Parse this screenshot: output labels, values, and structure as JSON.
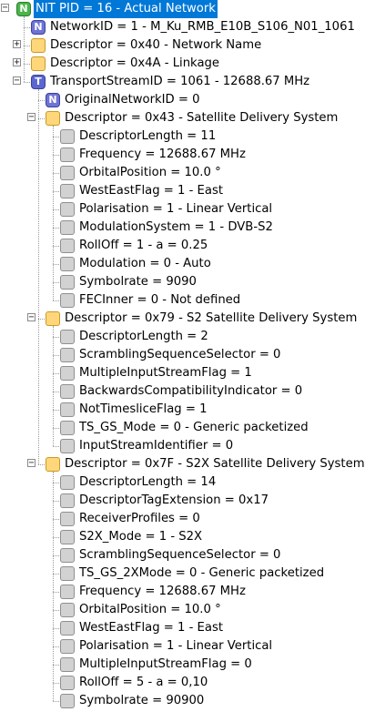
{
  "tree": [
    {
      "depth": 0,
      "icon": "root-icon",
      "glyph": "N",
      "label": "NIT PID = 16 - Actual Network",
      "toggle": "-",
      "selected": true
    },
    {
      "depth": 1,
      "icon": "n-icon",
      "glyph": "N",
      "label": "NetworkID = 1 - M_Ku_RMB_E10B_S106_N01_1061"
    },
    {
      "depth": 1,
      "icon": "folder-icon",
      "label": "Descriptor = 0x40 - Network Name",
      "toggle": "+"
    },
    {
      "depth": 1,
      "icon": "folder-icon",
      "label": "Descriptor = 0x4A - Linkage",
      "toggle": "+"
    },
    {
      "depth": 1,
      "icon": "t-icon",
      "glyph": "T",
      "label": "TransportStreamID = 1061 - 12688.67 MHz",
      "toggle": "-"
    },
    {
      "depth": 2,
      "icon": "n-icon",
      "glyph": "N",
      "label": "OriginalNetworkID = 0"
    },
    {
      "depth": 2,
      "icon": "folder-icon",
      "label": "Descriptor = 0x43 - Satellite Delivery System",
      "toggle": "-"
    },
    {
      "depth": 3,
      "icon": "leaf-icon",
      "label": "DescriptorLength = 11"
    },
    {
      "depth": 3,
      "icon": "leaf-icon",
      "label": "Frequency = 12688.67 MHz"
    },
    {
      "depth": 3,
      "icon": "leaf-icon",
      "label": "OrbitalPosition = 10.0 °"
    },
    {
      "depth": 3,
      "icon": "leaf-icon",
      "label": "WestEastFlag = 1 - East"
    },
    {
      "depth": 3,
      "icon": "leaf-icon",
      "label": "Polarisation = 1 - Linear Vertical"
    },
    {
      "depth": 3,
      "icon": "leaf-icon",
      "label": "ModulationSystem = 1 - DVB-S2"
    },
    {
      "depth": 3,
      "icon": "leaf-icon",
      "label": "RollOff = 1 - a = 0.25"
    },
    {
      "depth": 3,
      "icon": "leaf-icon",
      "label": "Modulation = 0 - Auto"
    },
    {
      "depth": 3,
      "icon": "leaf-icon",
      "label": "Symbolrate = 9090"
    },
    {
      "depth": 3,
      "icon": "leaf-icon",
      "label": "FECInner = 0 - Not defined"
    },
    {
      "depth": 2,
      "icon": "folder-icon",
      "label": "Descriptor = 0x79 - S2 Satellite Delivery System",
      "toggle": "-"
    },
    {
      "depth": 3,
      "icon": "leaf-icon",
      "label": "DescriptorLength = 2"
    },
    {
      "depth": 3,
      "icon": "leaf-icon",
      "label": "ScramblingSequenceSelector = 0"
    },
    {
      "depth": 3,
      "icon": "leaf-icon",
      "label": "MultipleInputStreamFlag = 1"
    },
    {
      "depth": 3,
      "icon": "leaf-icon",
      "label": "BackwardsCompatibilityIndicator = 0"
    },
    {
      "depth": 3,
      "icon": "leaf-icon",
      "label": "NotTimesliceFlag = 1"
    },
    {
      "depth": 3,
      "icon": "leaf-icon",
      "label": "TS_GS_Mode = 0 - Generic packetized"
    },
    {
      "depth": 3,
      "icon": "leaf-icon",
      "label": "InputStreamIdentifier = 0"
    },
    {
      "depth": 2,
      "icon": "folder-icon",
      "label": "Descriptor = 0x7F - S2X Satellite Delivery System",
      "toggle": "-"
    },
    {
      "depth": 3,
      "icon": "leaf-icon",
      "label": "DescriptorLength = 14"
    },
    {
      "depth": 3,
      "icon": "leaf-icon",
      "label": "DescriptorTagExtension = 0x17"
    },
    {
      "depth": 3,
      "icon": "leaf-icon",
      "label": "ReceiverProfiles = 0"
    },
    {
      "depth": 3,
      "icon": "leaf-icon",
      "label": "S2X_Mode = 1 - S2X"
    },
    {
      "depth": 3,
      "icon": "leaf-icon",
      "label": "ScramblingSequenceSelector = 0"
    },
    {
      "depth": 3,
      "icon": "leaf-icon",
      "label": "TS_GS_2XMode = 0 - Generic packetized"
    },
    {
      "depth": 3,
      "icon": "leaf-icon",
      "label": "Frequency = 12688.67 MHz"
    },
    {
      "depth": 3,
      "icon": "leaf-icon",
      "label": "OrbitalPosition = 10.0 °"
    },
    {
      "depth": 3,
      "icon": "leaf-icon",
      "label": "WestEastFlag = 1 - East"
    },
    {
      "depth": 3,
      "icon": "leaf-icon",
      "label": "Polarisation = 1 - Linear Vertical"
    },
    {
      "depth": 3,
      "icon": "leaf-icon",
      "label": "MultipleInputStreamFlag = 0"
    },
    {
      "depth": 3,
      "icon": "leaf-icon",
      "label": "RollOff = 5 - a = 0,10"
    },
    {
      "depth": 3,
      "icon": "leaf-icon",
      "label": "Symbolrate = 90900"
    }
  ]
}
